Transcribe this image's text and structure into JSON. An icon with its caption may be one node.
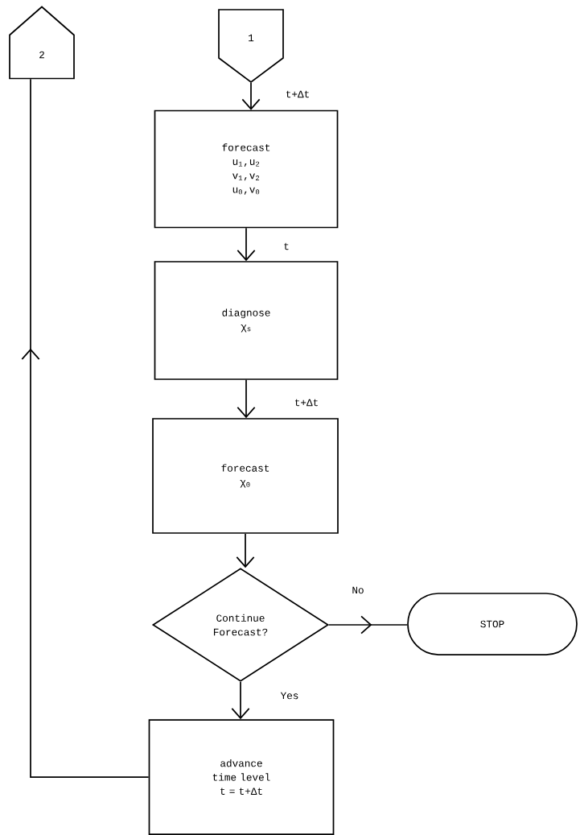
{
  "diagram": {
    "nodes": [
      {
        "text": [
          "2"
        ]
      },
      {
        "text": [
          "1"
        ]
      },
      {
        "text": [
          "forecast",
          "u$_{1}$,u$_{2}$",
          "v$_{1}$,v$_{2}$",
          "u$_{0}$,v$_{0}$"
        ]
      },
      {
        "text": [
          "diagnose",
          "χ$_{s}$"
        ]
      },
      {
        "text": [
          "forecast",
          "χ$_{0}$"
        ]
      },
      {
        "text": [
          "Continue Forecast?"
        ]
      },
      {
        "text": [
          "STOP"
        ]
      },
      {
        "text": [
          "advance time level",
          "t = t+Δt"
        ]
      }
    ],
    "edges": [
      {
        "from": 1,
        "to": 2,
        "arrow": "to",
        "label": "t+Δt"
      },
      {
        "from": 2,
        "to": 3,
        "arrow": "to",
        "label": "t"
      },
      {
        "from": 3,
        "to": 4,
        "arrow": "to",
        "label": "t+Δt"
      },
      {
        "from": 4,
        "to": 5,
        "arrow": "to"
      },
      {
        "from": 5,
        "to": 6,
        "arrow": "to",
        "label": "No"
      },
      {
        "from": 5,
        "to": 7,
        "arrow": "to",
        "label": "Yes"
      },
      {
        "from": 7,
        "to": 0,
        "arrow": "to"
      }
    ]
  }
}
